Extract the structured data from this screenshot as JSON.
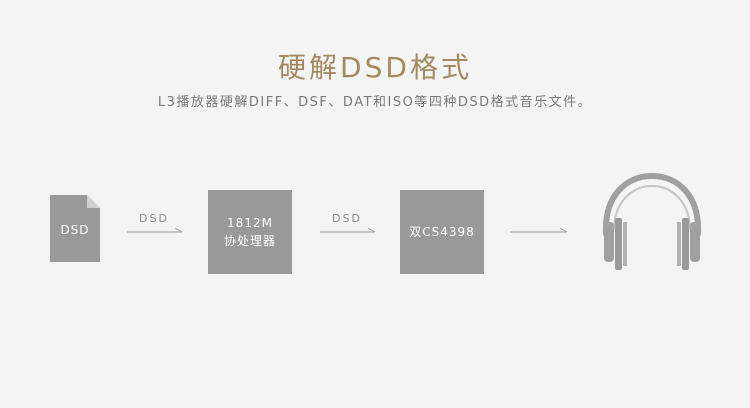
{
  "header": {
    "title": "硬解DSD格式",
    "subtitle": "L3播放器硬解DIFF、DSF、DAT和ISO等四种DSD格式音乐文件。"
  },
  "flow": {
    "source": {
      "label": "DSD",
      "icon": "document-icon"
    },
    "arrow1_label": "DSD",
    "processor": {
      "line1": "1812M",
      "line2": "协处理器"
    },
    "arrow2_label": "DSD",
    "dac": {
      "label": "双CS4398"
    },
    "output": {
      "icon": "headphones-icon"
    }
  },
  "colors": {
    "background": "#f4f4f4",
    "title": "#a48a5e",
    "subtitle": "#7a7a7a",
    "block": "#999999",
    "arrow": "#9a9a9a"
  }
}
